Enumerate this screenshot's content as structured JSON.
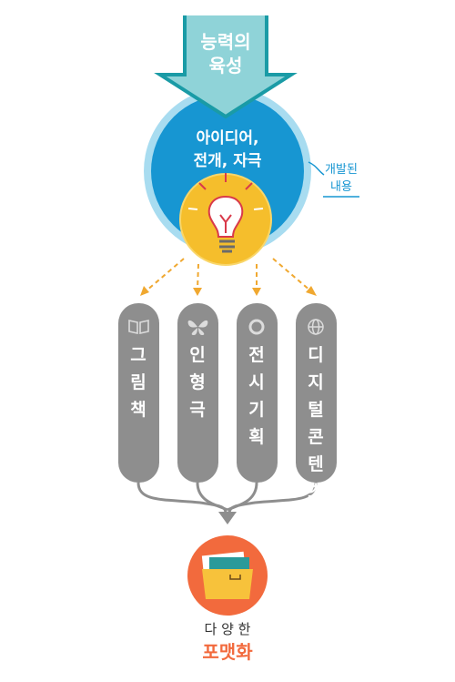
{
  "arrow": {
    "line1": "능력의",
    "line2": "육성"
  },
  "circle": {
    "line1": "아이디어,",
    "line2": "전개, 자극"
  },
  "side_label": {
    "line1": "개발된",
    "line2": "내용"
  },
  "pills": [
    {
      "label": "그림책",
      "icon": "book-icon"
    },
    {
      "label": "인형극",
      "icon": "butterfly-icon"
    },
    {
      "label": "전시기획",
      "icon": "aperture-icon"
    },
    {
      "label": "디지털콘텐츠",
      "icon": "globe-icon"
    }
  ],
  "bottom": {
    "line1": "다 양 한",
    "line2": "포맷화"
  },
  "colors": {
    "teal": "#5bbcc4",
    "teal_dark": "#1a9ba6",
    "blue": "#1796d2",
    "blue_light": "#8fd0ec",
    "yellow": "#f4b81a",
    "pill_gray": "#8e8e8e",
    "orange": "#f26a3d",
    "dash": "#f0a830"
  }
}
